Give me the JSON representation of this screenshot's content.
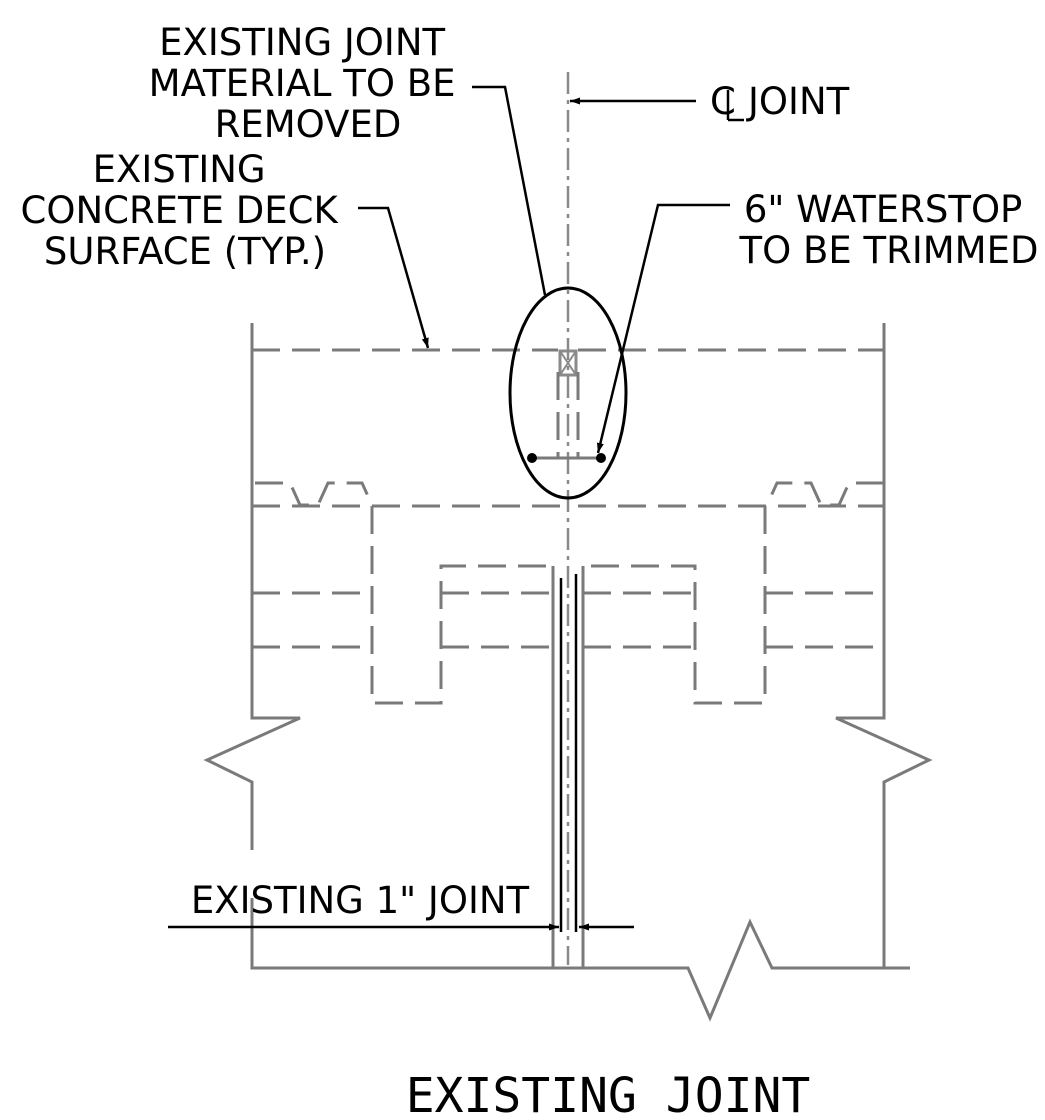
{
  "labels": {
    "joint_material": [
      "EXISTING JOINT",
      "MATERIAL TO BE",
      "REMOVED"
    ],
    "deck_surface": [
      "EXISTING",
      "CONCRETE DECK",
      "SURFACE (TYP.)"
    ],
    "centerline_symbol": "C",
    "centerline_text": "JOINT",
    "waterstop": [
      "6\" WATERSTOP",
      "TO BE TRIMMED"
    ],
    "existing_joint_width": "EXISTING 1\" JOINT"
  },
  "title": "EXISTING JOINT",
  "colors": {
    "linework": "#7a7a7a",
    "annotation": "#000000",
    "background": "#ffffff"
  }
}
